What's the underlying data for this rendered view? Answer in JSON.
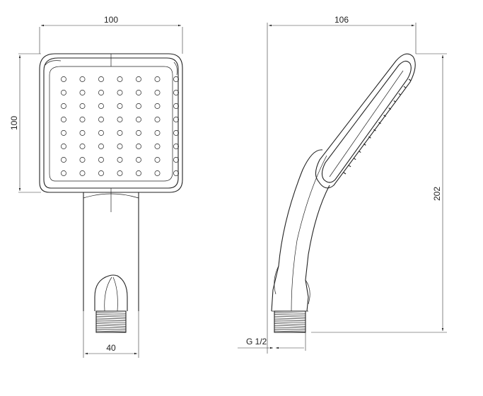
{
  "dimensions": {
    "front_width": "100",
    "front_height": "100",
    "side_width": "106",
    "side_height": "202",
    "neck_width": "40",
    "thread": "G 1/2"
  },
  "nozzle_grid": {
    "rows": 8,
    "cols": 7
  }
}
